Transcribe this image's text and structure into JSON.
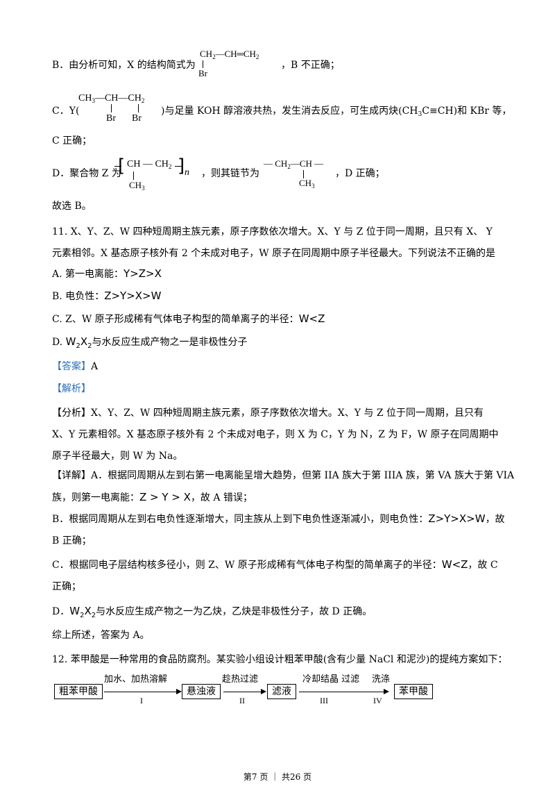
{
  "lineB": {
    "prefix": "B．由分析可知，X 的结构简式为",
    "suffix": "，B 不正确；",
    "struct": {
      "main": "CH",
      "s1": "2",
      "mid": "—CH═CH",
      "s2": "2",
      "sub": "Br"
    }
  },
  "lineC": {
    "prefix": "C．Y(",
    "suffix": ")与足量 KOH 醇溶液共热，发生消去反应，可生成丙炔(CH",
    "suffix_sub": "3",
    "suffix2": "C≡CH)和 KBr 等，",
    "struct": {
      "a": "CH",
      "a_sub": "3",
      "b": "—CH—CH",
      "b_sub": "2",
      "br1": "Br",
      "br2": "Br"
    },
    "cont": "C 正确；"
  },
  "lineD": {
    "prefix": "D．聚合物 Z 为",
    "poly": {
      "main": "CH — CH",
      "sub2": "2",
      "n": "n",
      "methyl": "CH",
      "methyl_sub": "3"
    },
    "mid": "，则其链节为",
    "link": {
      "main": "— CH",
      "sub2": "2",
      "rest": "—CH —",
      "methyl": "CH",
      "methyl_sub": "3"
    },
    "suffix": "，D 正确；"
  },
  "choose_b": "故选 B。",
  "q11": {
    "stem": "11. X、Y、Z、W 四种短周期主族元素，原子序数依次增大。X、Y 与 Z 位于同一周期，且只有 X、 Y 元素相邻。X 基态原子核外有 2 个未成对电子，W 原子在同周期中原子半径最大。下列说法不正确的是",
    "optA_label": "A. 第一电离能：",
    "optA_math": "Y>Z>X",
    "optB_label": "B. 电负性：",
    "optB_math": "Z>Y>X>W",
    "optC_label": "C. Z、W 原子形成稀有气体电子构型的简单离子的半径：",
    "optC_math": "W<Z",
    "optD_label": "D. ",
    "optD_W": "W",
    "optD_2a": "2",
    "optD_X": "X",
    "optD_2b": "2",
    "optD_text": "与水反应生成产物之一是非极性分子",
    "answer_tag": "【答案】",
    "answer": "A",
    "analysis_tag": "【解析】",
    "fenxi": "【分析】X、Y、Z、W 四种短周期主族元素，原子序数依次增大。X、Y 与 Z 位于同一周期，且只有 X、Y 元素相邻。X 基态原子核外有 2 个未成对电子，则 X 为 C，Y 为 N，Z 为 F，W 原子在同周期中原子半径最大，则 W 为 Na。",
    "xiangjie_a1": "【详解】A．根据同周期从左到右第一电离能呈增大趋势，但第 IIA 族大于第 IIIA 族，第 VA 族大于第 VIA",
    "xiangjie_a2": "族，则第一电离能：",
    "xiangjie_a2_math": "Z > Y > X",
    "xiangjie_a2_end": "，故 A 错误；",
    "xiangjie_b1": "B．根据同周期从左到右电负性逐渐增大，同主族从上到下电负性逐渐减小，则电负性：",
    "xiangjie_b1_math": "Z>Y>X>W",
    "xiangjie_b1_end": "，故",
    "xiangjie_b2": "B 正确；",
    "xiangjie_c1": "C．根据同电子层结构核多径小，则 Z、W 原子形成稀有气体电子构型的简单离子的半径：",
    "xiangjie_c1_math": "W<Z",
    "xiangjie_c1_end": "，故 C",
    "xiangjie_c2": "正确；",
    "xiangjie_d_pre": "D．",
    "xiangjie_d_W": "W",
    "xiangjie_d_2a": "2",
    "xiangjie_d_X": "X",
    "xiangjie_d_2b": "2",
    "xiangjie_d_text": "与水反应生成产物之一为乙炔，乙炔是非极性分子，故 D 正确。",
    "summary": "综上所述，答案为 A。"
  },
  "q12": {
    "stem": "12. 苯甲酸是一种常用的食品防腐剂。某实验小组设计粗苯甲酸(含有少量 NaCl 和泥沙)的提纯方案如下：",
    "boxes": [
      "粗苯甲酸",
      "悬浊液",
      "滤液",
      "苯甲酸"
    ],
    "steps": [
      {
        "label": "加水、加热溶解",
        "roman": "I"
      },
      {
        "label": "趁热过滤",
        "roman": "II"
      },
      {
        "label": "冷却结晶 过滤",
        "roman": "III"
      },
      {
        "label": "洗涤",
        "roman": "IV"
      }
    ]
  },
  "footer": "第7 页 ｜ 共26 页",
  "colors": {
    "accent": "#2a6ebb"
  }
}
